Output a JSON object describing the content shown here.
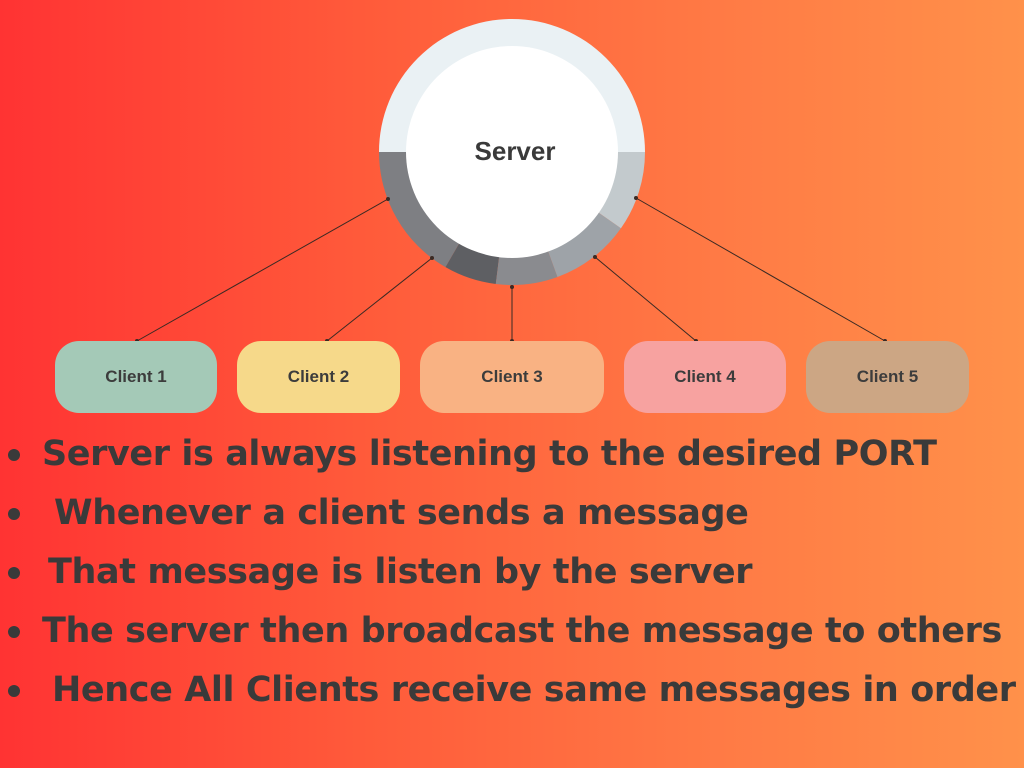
{
  "diagram": {
    "server": {
      "label": "Server"
    },
    "clients": [
      {
        "label": "Client 1",
        "color": "#a4c9b7"
      },
      {
        "label": "Client 2",
        "color": "#f6d98a"
      },
      {
        "label": "Client 3",
        "color": "#f9b283"
      },
      {
        "label": "Client 4",
        "color": "#f7a2a0"
      },
      {
        "label": "Client 5",
        "color": "#cca684"
      }
    ],
    "ring_colors": {
      "light": "#eaf1f4",
      "gray": "#7e7f83",
      "dark": "#5e5f63",
      "mid": "#8a8b8f",
      "silver": "#9ea3a8",
      "pale": "#c3cacd"
    },
    "connector_color": "#3a2a24"
  },
  "bullets": [
    "Server is always listening to the desired PORT",
    "Whenever a client sends a message",
    "That message is listen by the server",
    "The server then broadcast the message to others",
    "Hence All Clients receive same messages in order"
  ]
}
